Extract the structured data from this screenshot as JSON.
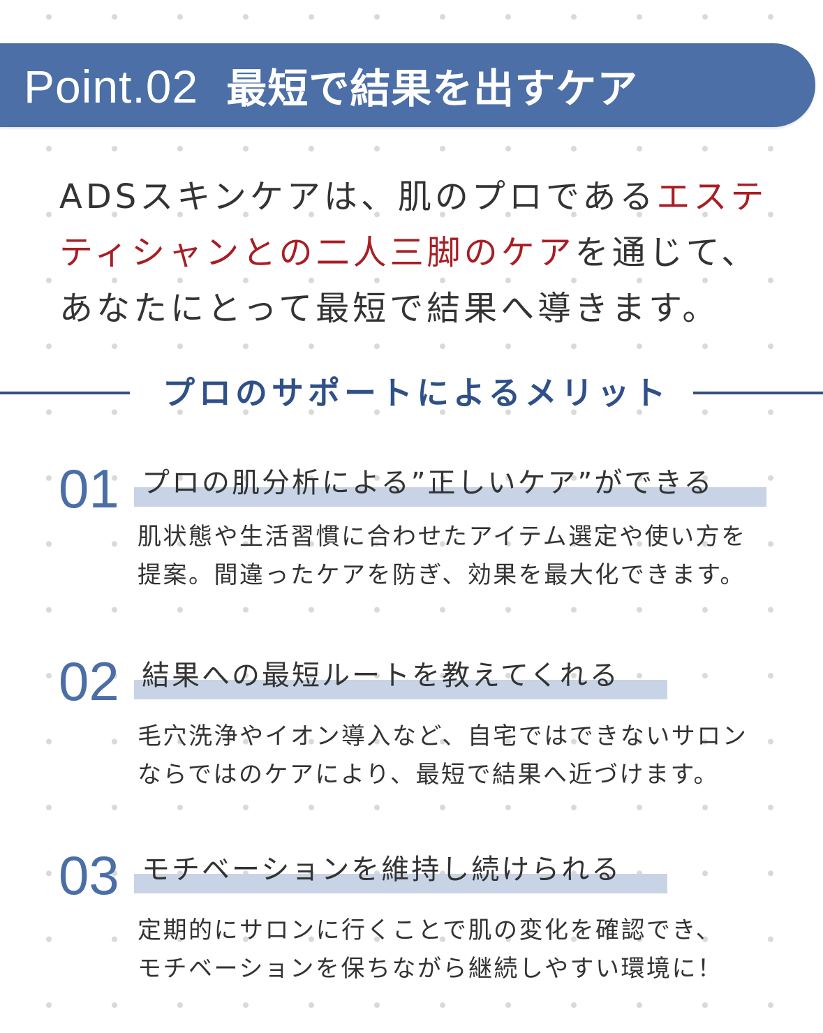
{
  "banner": {
    "label": "Point.02",
    "title": "最短で結果を出すケア",
    "background_color": "#4b6fa6"
  },
  "intro": {
    "lines": [
      [
        {
          "text": "ADSスキンケアは、肌のプロである",
          "highlight": false
        },
        {
          "text": "エステ",
          "highlight": true
        }
      ],
      [
        {
          "text": "ティシャンとの二人三脚のケア",
          "highlight": true
        },
        {
          "text": "を通じて、",
          "highlight": false
        }
      ],
      [
        {
          "text": "あなたにとって最短で結果へ導きます。",
          "highlight": false
        }
      ]
    ],
    "text_color": "#333333",
    "highlight_color": "#a81e24"
  },
  "section": {
    "title": "プロのサポートによるメリット",
    "accent_color": "#2f5088"
  },
  "merits": [
    {
      "number": "01",
      "heading": "プロの肌分析による”正しいケア”ができる",
      "body": [
        "肌状態や生活習慣に合わせたアイテム選定や使い方を",
        "提案。間違ったケアを防ぎ、効果を最大化できます。"
      ]
    },
    {
      "number": "02",
      "heading": "結果への最短ルートを教えてくれる",
      "body": [
        "毛穴洗浄やイオン導入など、自宅ではできないサロン",
        "ならではのケアにより、最短で結果へ近づけます。"
      ]
    },
    {
      "number": "03",
      "heading": "モチベーションを維持し続けられる",
      "body": [
        "定期的にサロンに行くことで肌の変化を確認でき、",
        "モチベーションを保ちながら継続しやすい環境に！"
      ]
    }
  ]
}
